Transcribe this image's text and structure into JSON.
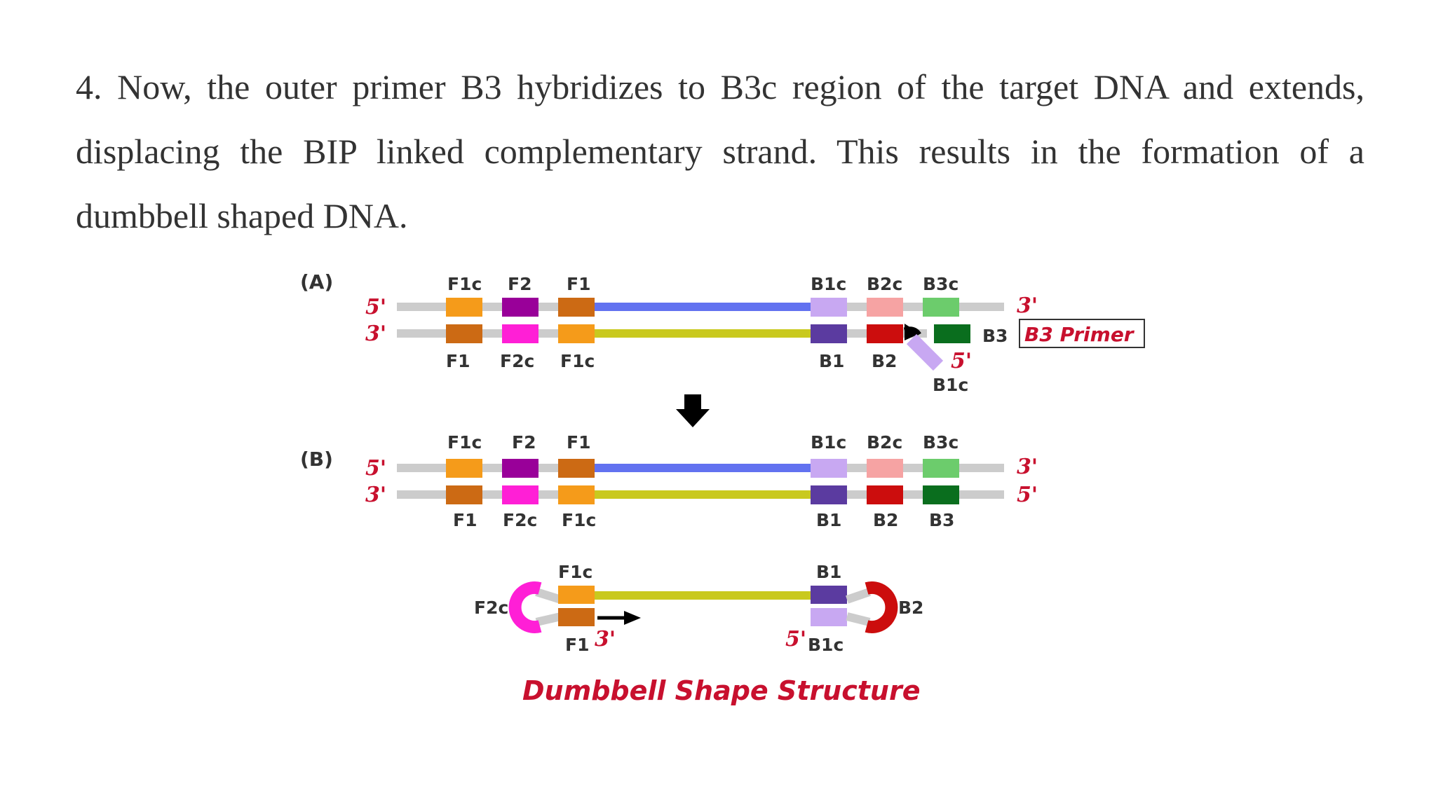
{
  "paragraph": "4. Now, the outer primer B3 hybridizes to B3c region of the target DNA and extends, displacing the BIP linked complementary strand. This results in the formation of a dumbbell shaped DNA.",
  "diagram": {
    "panel_a": {
      "label": "(A)",
      "top_end_5": "5'",
      "top_end_3": "3'",
      "bottom_end_3": "3'",
      "top_labels": [
        "F1c",
        "F2",
        "F1",
        "B1c",
        "B2c",
        "B3c"
      ],
      "bottom_labels": [
        "F1",
        "F2c",
        "F1c",
        "B1",
        "B2"
      ],
      "b3_label": "B3",
      "primer_label": "B3 Primer",
      "flap_5": "5'",
      "flap_label": "B1c"
    },
    "panel_b": {
      "label": "(B)",
      "top_end_5": "5'",
      "top_end_3": "3'",
      "bottom_end_3": "3'",
      "bottom_end_5": "5'",
      "top_labels": [
        "F1c",
        "F2",
        "F1",
        "B1c",
        "B2c",
        "B3c"
      ],
      "bottom_labels": [
        "F1",
        "F2c",
        "F1c",
        "B1",
        "B2",
        "B3"
      ]
    },
    "dumbbell": {
      "f1c": "F1c",
      "f2c": "F2c",
      "f1": "F1",
      "end_3": "3'",
      "b1": "B1",
      "b2": "B2",
      "end_5": "5'",
      "b1c": "B1c",
      "title": "Dumbbell Shape Structure"
    }
  },
  "colors": {
    "backbone": "#cccccc",
    "blue_strand": "#6272f0",
    "yellow_strand": "#c9c91e",
    "f1c": "#f59b1a",
    "f1": "#cc6a14",
    "f2": "#990099",
    "f2c": "#ff1fd6",
    "b1c": "#c8a8f2",
    "b1": "#5b3ba0",
    "b2c": "#f6a3a3",
    "b2": "#cc0d0d",
    "b3c": "#6ccc6c",
    "b3": "#0a6e1e",
    "label_red": "#c8102e"
  }
}
